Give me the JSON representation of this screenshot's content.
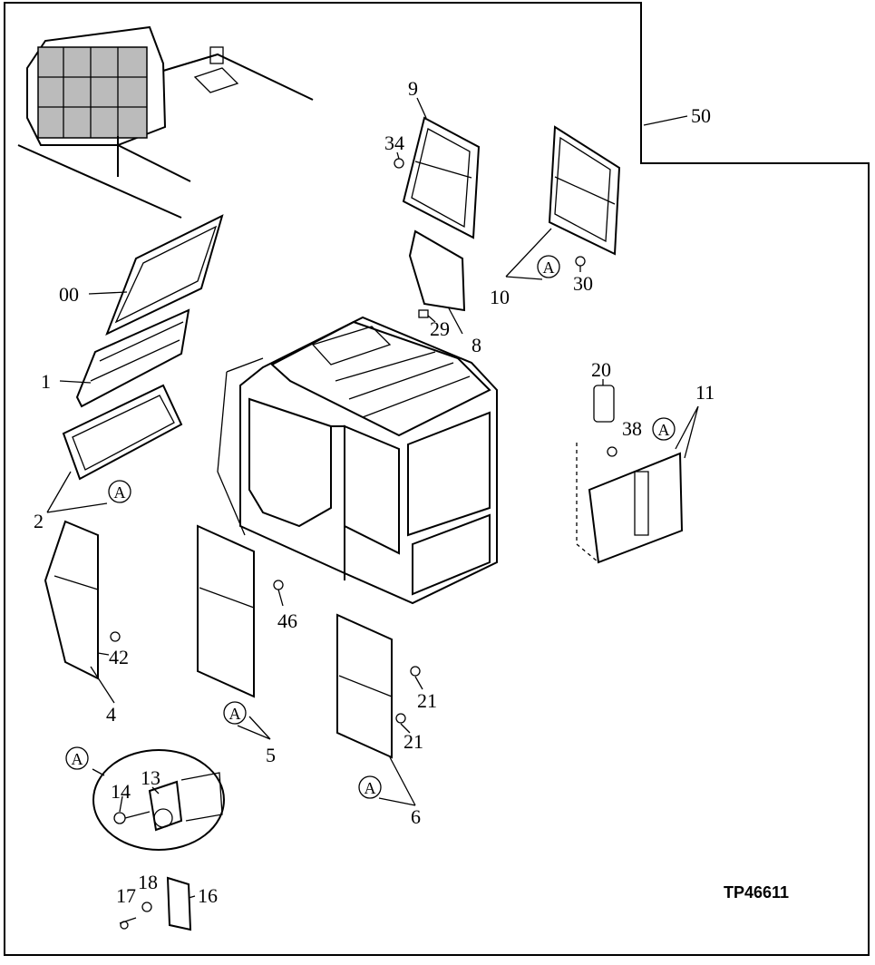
{
  "diagram": {
    "drawing_code": "TP46611",
    "detail_marker": "A",
    "callouts": {
      "c50": "50",
      "c9": "9",
      "c34": "34",
      "c10": "10",
      "c30": "30",
      "c00": "00",
      "c29": "29",
      "c8": "8",
      "c1": "1",
      "c20": "20",
      "c11": "11",
      "c38": "38",
      "c2": "2",
      "c46": "46",
      "c42": "42",
      "c4": "4",
      "c21a": "21",
      "c21b": "21",
      "c5": "5",
      "c6": "6",
      "c14": "14",
      "c13": "13",
      "c17": "17",
      "c18": "18",
      "c16": "16"
    }
  }
}
